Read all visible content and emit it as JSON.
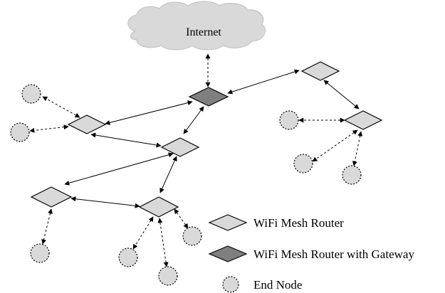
{
  "cloud": {
    "label": "Internet"
  },
  "legend": {
    "router_label": "WiFi Mesh Router",
    "gateway_label": "WiFi Mesh Router with Gateway",
    "endnode_label": "End Node"
  },
  "colors": {
    "router_fill": "#d9d9d9",
    "gateway_fill": "#7f7f7f",
    "endnode_fill": "#d9d9d9",
    "cloud_fill": "#d9d9d9",
    "stroke": "#000000"
  },
  "icons": {
    "router": "light-gray-diamond",
    "gateway": "dark-gray-diamond",
    "endnode": "dotted-circle",
    "internet": "cloud"
  }
}
